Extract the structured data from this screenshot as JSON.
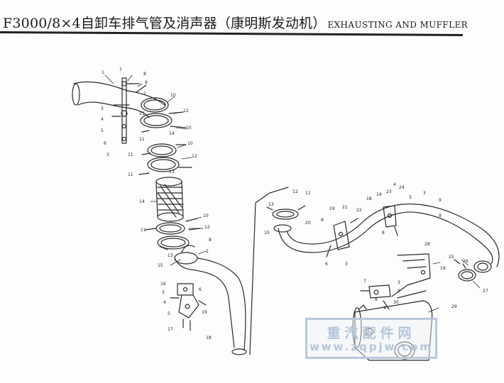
{
  "header": {
    "title_cn": "F3000/8×4自卸车排气管及消声器（康明斯发动机）",
    "title_en": "EXHAUSTING AND MUFFLER"
  },
  "watermark": {
    "text_cn": "重汽配件网",
    "url": "www.zqpjw.com",
    "color": "#b5c6da"
  },
  "part_labels": [
    {
      "id": "left-1",
      "text": "1"
    },
    {
      "id": "left-7",
      "text": "7"
    },
    {
      "id": "left-8",
      "text": "8"
    },
    {
      "id": "left-9",
      "text": "9"
    },
    {
      "id": "left-2",
      "text": "2"
    },
    {
      "id": "left-3a",
      "text": "3"
    },
    {
      "id": "left-4",
      "text": "4"
    },
    {
      "id": "left-5",
      "text": "5"
    },
    {
      "id": "left-6",
      "text": "6"
    },
    {
      "id": "left-3b",
      "text": "3"
    },
    {
      "id": "left-10a",
      "text": "10"
    },
    {
      "id": "left-12a",
      "text": "12"
    },
    {
      "id": "left-13a",
      "text": "13"
    },
    {
      "id": "left-11a",
      "text": "11"
    },
    {
      "id": "left-10b",
      "text": "10"
    },
    {
      "id": "left-14a",
      "text": "14"
    },
    {
      "id": "left-10c",
      "text": "10"
    },
    {
      "id": "left-11b",
      "text": "11"
    },
    {
      "id": "left-12b",
      "text": "12"
    },
    {
      "id": "left-13b",
      "text": "13"
    },
    {
      "id": "left-11c",
      "text": "11"
    },
    {
      "id": "left-14b",
      "text": "14"
    },
    {
      "id": "left-10d",
      "text": "10"
    },
    {
      "id": "left-11d",
      "text": "11"
    },
    {
      "id": "left-12c",
      "text": "12"
    },
    {
      "id": "left-13c",
      "text": "13"
    },
    {
      "id": "left-8b",
      "text": "8"
    },
    {
      "id": "left-2b",
      "text": "2"
    },
    {
      "id": "left-15",
      "text": "15"
    },
    {
      "id": "left-16",
      "text": "16"
    },
    {
      "id": "left-3c",
      "text": "3"
    },
    {
      "id": "left-4b",
      "text": "4"
    },
    {
      "id": "left-5b",
      "text": "5"
    },
    {
      "id": "left-6b",
      "text": "6"
    },
    {
      "id": "left-19",
      "text": "19"
    },
    {
      "id": "left-17",
      "text": "17"
    },
    {
      "id": "left-18",
      "text": "18"
    },
    {
      "id": "right-12",
      "text": "12"
    },
    {
      "id": "right-11",
      "text": "11"
    },
    {
      "id": "right-13",
      "text": "13"
    },
    {
      "id": "right-10",
      "text": "10"
    },
    {
      "id": "right-19",
      "text": "19"
    },
    {
      "id": "right-21",
      "text": "21"
    },
    {
      "id": "right-22",
      "text": "22"
    },
    {
      "id": "right-8",
      "text": "8"
    },
    {
      "id": "right-20",
      "text": "20"
    },
    {
      "id": "right-18",
      "text": "18"
    },
    {
      "id": "right-19b",
      "text": "19"
    },
    {
      "id": "right-23",
      "text": "23"
    },
    {
      "id": "right-24",
      "text": "24"
    },
    {
      "id": "right-5",
      "text": "5"
    },
    {
      "id": "right-3",
      "text": "3"
    },
    {
      "id": "right-9",
      "text": "9"
    },
    {
      "id": "right-4",
      "text": "4"
    },
    {
      "id": "right-8b",
      "text": "8"
    },
    {
      "id": "right-9b",
      "text": "9"
    },
    {
      "id": "right-6",
      "text": "6"
    },
    {
      "id": "right-3b",
      "text": "3"
    },
    {
      "id": "right-28",
      "text": "28"
    },
    {
      "id": "right-25",
      "text": "25"
    },
    {
      "id": "right-26",
      "text": "26"
    },
    {
      "id": "right-19c",
      "text": "19"
    },
    {
      "id": "right-27",
      "text": "27"
    },
    {
      "id": "right-3c",
      "text": "3"
    },
    {
      "id": "right-9c",
      "text": "9"
    },
    {
      "id": "right-30",
      "text": "30"
    },
    {
      "id": "right-29",
      "text": "29"
    },
    {
      "id": "right-7",
      "text": "7"
    },
    {
      "id": "right-8c",
      "text": "8"
    },
    {
      "id": "right-9d",
      "text": "9"
    }
  ]
}
